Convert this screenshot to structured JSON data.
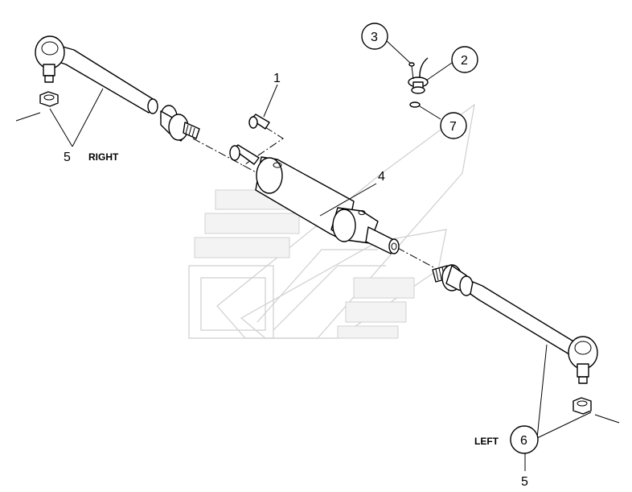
{
  "callouts": {
    "c1": "1",
    "c2": "2",
    "c3": "3",
    "c4": "4",
    "c5_right": "5",
    "c5_bottom": "5",
    "c6": "6",
    "c7": "7"
  },
  "labels": {
    "right": "RIGHT",
    "left": "LEFT"
  }
}
